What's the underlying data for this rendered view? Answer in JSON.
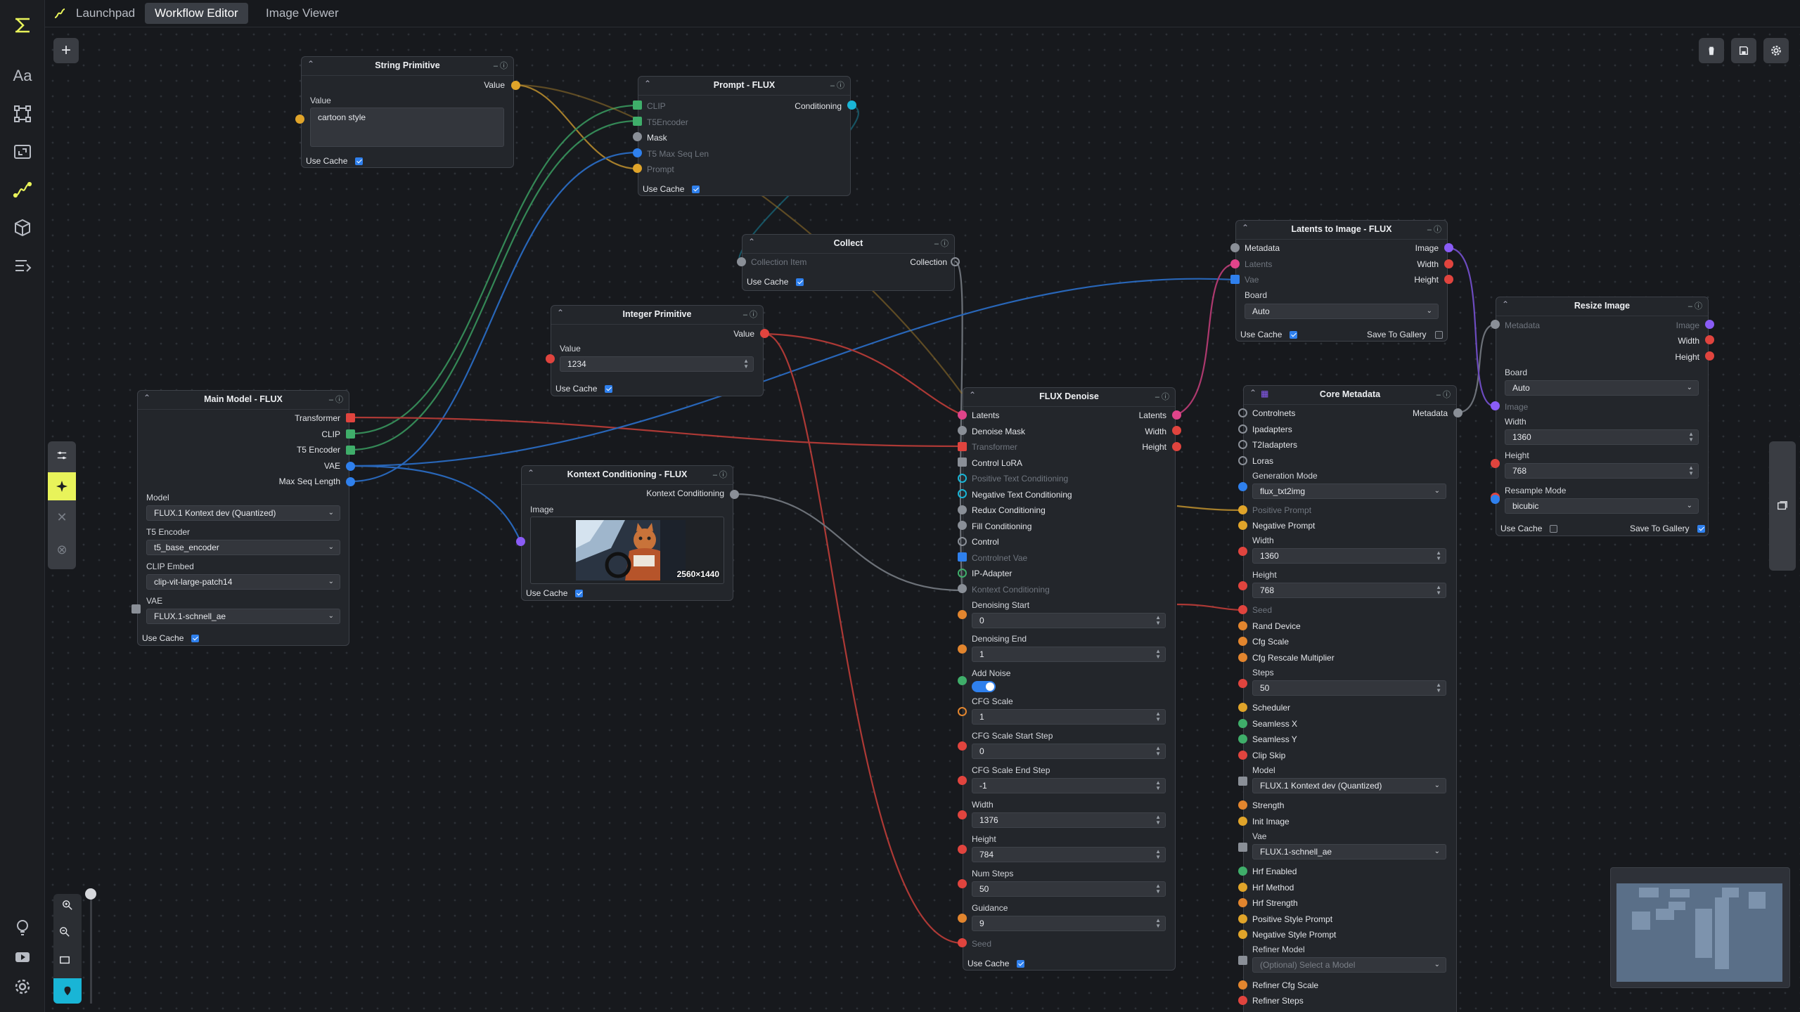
{
  "tabs": [
    "Launchpad",
    "Workflow Editor",
    "Image Viewer"
  ],
  "use_cache": "Use Cache",
  "save_to_gallery": "Save To Gallery",
  "string_primitive": {
    "title": "String Primitive",
    "out": "Value",
    "field_label": "Value",
    "value": "cartoon style"
  },
  "prompt_flux": {
    "title": "Prompt - FLUX",
    "inputs": [
      "CLIP",
      "T5Encoder",
      "Mask",
      "T5 Max Seq Len",
      "Prompt"
    ],
    "out": "Conditioning"
  },
  "collect": {
    "title": "Collect",
    "in": "Collection Item",
    "out": "Collection"
  },
  "integer_primitive": {
    "title": "Integer Primitive",
    "out": "Value",
    "field_label": "Value",
    "value": "1234"
  },
  "main_model": {
    "title": "Main Model - FLUX",
    "outputs": [
      "Transformer",
      "CLIP",
      "T5 Encoder",
      "VAE",
      "Max Seq Length"
    ],
    "model_label": "Model",
    "model": "FLUX.1 Kontext dev (Quantized)",
    "t5_label": "T5 Encoder",
    "t5": "t5_base_encoder",
    "clip_label": "CLIP Embed",
    "clip": "clip-vit-large-patch14",
    "vae_label": "VAE",
    "vae": "FLUX.1-schnell_ae"
  },
  "kontext": {
    "title": "Kontext Conditioning - FLUX",
    "out": "Kontext Conditioning",
    "image_label": "Image",
    "image_size": "2560×1440"
  },
  "flux_denoise": {
    "title": "FLUX Denoise",
    "inputs": [
      "Latents",
      "Denoise Mask",
      "Transformer",
      "Control LoRA",
      "Positive Text Conditioning",
      "Negative Text Conditioning",
      "Redux Conditioning",
      "Fill Conditioning",
      "Control",
      "Controlnet Vae",
      "IP-Adapter",
      "Kontext Conditioning"
    ],
    "outputs": [
      "Latents",
      "Width",
      "Height"
    ],
    "fields": [
      {
        "label": "Denoising Start",
        "value": "0"
      },
      {
        "label": "Denoising End",
        "value": "1"
      },
      {
        "label": "CFG Scale",
        "value": "1"
      },
      {
        "label": "CFG Scale Start Step",
        "value": "0"
      },
      {
        "label": "CFG Scale End Step",
        "value": "-1"
      },
      {
        "label": "Width",
        "value": "1376"
      },
      {
        "label": "Height",
        "value": "784"
      },
      {
        "label": "Num Steps",
        "value": "50"
      },
      {
        "label": "Guidance",
        "value": "9"
      }
    ],
    "add_noise_label": "Add Noise",
    "add_noise": true,
    "seed_label": "Seed"
  },
  "latents_to_image": {
    "title": "Latents to Image - FLUX",
    "inputs": [
      "Metadata",
      "Latents",
      "Vae"
    ],
    "outputs": [
      "Image",
      "Width",
      "Height"
    ],
    "board_label": "Board",
    "board": "Auto"
  },
  "resize_image": {
    "title": "Resize Image",
    "inputs": [
      "Metadata"
    ],
    "outputs": [
      "Image",
      "Width",
      "Height"
    ],
    "board_label": "Board",
    "board": "Auto",
    "image_label": "Image",
    "width_label": "Width",
    "width": "1360",
    "height_label": "Height",
    "height": "768",
    "resample_label": "Resample Mode",
    "resample": "bicubic"
  },
  "core_metadata": {
    "title": "Core Metadata",
    "inputs_top": [
      "Controlnets",
      "Ipadapters",
      "T2Iadapters",
      "Loras"
    ],
    "out": "Metadata",
    "generation_mode_label": "Generation Mode",
    "generation_mode": "flux_txt2img",
    "positive_prompt": "Positive Prompt",
    "negative_prompt": "Negative Prompt",
    "width_label": "Width",
    "width": "1360",
    "height_label": "Height",
    "height": "768",
    "seed": "Seed",
    "rand_device": "Rand Device",
    "cfg_scale": "Cfg Scale",
    "cfg_rescale": "Cfg Rescale Multiplier",
    "steps_label": "Steps",
    "steps": "50",
    "scheduler": "Scheduler",
    "seamless_x": "Seamless X",
    "seamless_y": "Seamless Y",
    "clip_skip": "Clip Skip",
    "model_label": "Model",
    "model": "FLUX.1 Kontext dev (Quantized)",
    "strength": "Strength",
    "init_image": "Init Image",
    "vae_label": "Vae",
    "vae": "FLUX.1-schnell_ae",
    "hrf_enabled": "Hrf Enabled",
    "hrf_method": "Hrf Method",
    "hrf_strength": "Hrf Strength",
    "positive_style": "Positive Style Prompt",
    "negative_style": "Negative Style Prompt",
    "refiner_model_label": "Refiner Model",
    "refiner_model_placeholder": "(Optional) Select a Model",
    "refiner_cfg": "Refiner Cfg Scale",
    "refiner_steps": "Refiner Steps"
  },
  "colors": {
    "accent_yellow": "#e8f35a",
    "port_green": "#3fae6a",
    "port_blue": "#2f80ed",
    "port_red": "#e0443e",
    "port_orange": "#e2852e",
    "port_yellow": "#e0a42a",
    "port_cyan": "#19b5d6",
    "port_purple": "#8a5cf6",
    "port_pink": "#e0448a",
    "port_gray": "#8a8f97"
  }
}
